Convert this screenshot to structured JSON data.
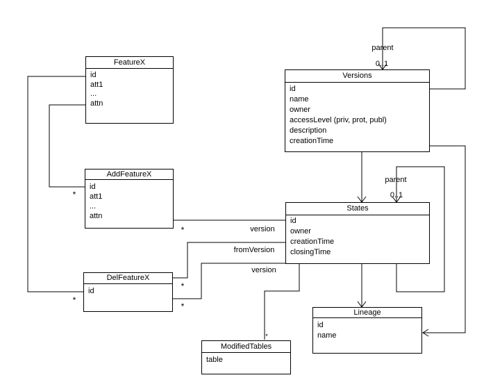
{
  "entities": {
    "featurex": {
      "title": "FeatureX",
      "attrs": [
        "id",
        "att1",
        "...",
        "attn"
      ]
    },
    "addfeaturex": {
      "title": "AddFeatureX",
      "attrs": [
        "id",
        "att1",
        "...",
        "attn"
      ]
    },
    "delfeaturex": {
      "title": "DelFeatureX",
      "attrs": [
        "id"
      ]
    },
    "versions": {
      "title": "Versions",
      "attrs": [
        "id",
        "name",
        "owner",
        "accessLevel (priv, prot, publ)",
        "description",
        "creationTime"
      ]
    },
    "states": {
      "title": "States",
      "attrs": [
        "id",
        "owner",
        "creationTime",
        "closingTime"
      ]
    },
    "lineage": {
      "title": "Lineage",
      "attrs": [
        "id",
        "name"
      ]
    },
    "modifiedtables": {
      "title": "ModifiedTables",
      "attrs": [
        "table"
      ]
    }
  },
  "labels": {
    "parent": "parent",
    "multiplicity_optional": "0..1",
    "multiplicity_many": "*",
    "version": "version",
    "from_version": "fromVersion"
  },
  "colors": {
    "line": "#000000",
    "box_border": "#000000",
    "box_fill": "#ffffff",
    "background": "#ffffff",
    "text": "#000000"
  }
}
